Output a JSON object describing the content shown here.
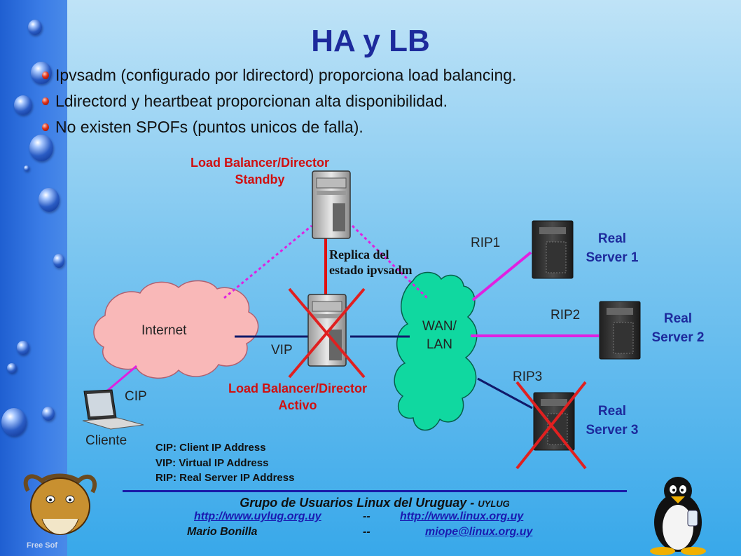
{
  "slide": {
    "title": "HA y LB",
    "bullets": [
      "Ipvsadm (configurado por ldirectord) proporciona load balancing.",
      "Ldirectord y heartbeat proporcionan alta disponibilidad.",
      "No existen SPOFs (puntos unicos de falla)."
    ]
  },
  "diagram": {
    "standby_label_1": "Load Balancer/Director",
    "standby_label_2": "Standby",
    "active_label_1": "Load Balancer/Director",
    "active_label_2": "Activo",
    "replica_1": "Replica del",
    "replica_2": "estado ipvsadm",
    "internet": "Internet",
    "wan_1": "WAN/",
    "wan_2": "LAN",
    "vip": "VIP",
    "cip": "CIP",
    "cliente": "Cliente",
    "rip1": "RIP1",
    "rip2": "RIP2",
    "rip3": "RIP3",
    "real_server_1": [
      "Real",
      "Server 1"
    ],
    "real_server_2": [
      "Real",
      "Server 2"
    ],
    "real_server_3": [
      "Real",
      "Server 3"
    ],
    "legend": [
      "CIP: Client IP Address",
      "VIP: Virtual IP Address",
      "RIP: Real Server IP Address"
    ],
    "colors": {
      "cloud_internet": "#f9b8b8",
      "cloud_wan": "#10d8a0",
      "link_magenta": "#e020e0",
      "link_navy": "#101a6a",
      "link_red": "#e01010",
      "failure_x": "#e02020"
    }
  },
  "footer": {
    "org": "Grupo de Usuarios Linux del Uruguay - ",
    "org_short": "UYLUG",
    "link1": "http://www.uylug.org.uy",
    "sep": "--",
    "link2": "http://www.linux.org.uy",
    "author": "Mario Bonilla",
    "email": "miope@linux.org.uy",
    "free_soft": "Free Sof"
  },
  "icons": [
    "gnu-logo-icon",
    "tux-penguin-icon",
    "server-icon",
    "laptop-icon",
    "cloud-icon",
    "bullet-icon"
  ]
}
